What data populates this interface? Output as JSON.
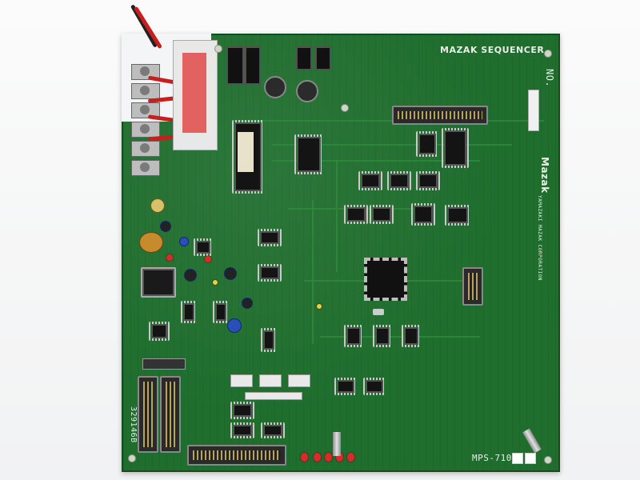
{
  "board": {
    "title": "MAZAK SEQUENCER",
    "model": "MPS-710",
    "part_number": "329146B",
    "brand": "Mazak",
    "maker_line": "YAMAZAKI MAZAK CORPORATION",
    "serial_prefix": "NO."
  },
  "colors": {
    "pcb": "#1f6e2e",
    "trace": "#2e8a3a",
    "silkscreen": "#e8efe6",
    "wire_red": "#c81e1e"
  }
}
